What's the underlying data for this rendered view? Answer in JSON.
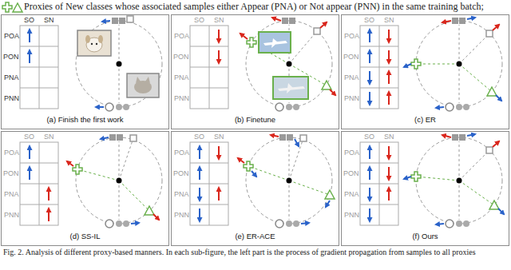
{
  "diagram": {
    "caption": "Fig. 2. Analysis of different proxy-based manners. In each sub-figure, the left part is the process of gradient propagation from samples to all proxies",
    "nodes": [
      {
        "text": [
          "(a) Finish the first work"
        ]
      },
      {
        "text": [
          "(b) Finetune"
        ]
      },
      {
        "text": [
          "(c) ER"
        ]
      },
      {
        "text": [
          "(d) SS-IL"
        ]
      },
      {
        "text": [
          "(e) ER-ACE"
        ]
      },
      {
        "text": [
          "(f) Ours"
        ]
      }
    ],
    "labels": [
      "Proxies of New classes whose associated samples either Appear (PNA) or Not appear (PNN) in the same training batch;",
      "SO",
      "SN",
      "POA",
      "PON",
      "PNA",
      "PNN",
      "SO",
      "SN",
      "POA",
      "PON",
      "PNA",
      "PNN",
      "SO",
      "SN",
      "POA",
      "PON",
      "PNA",
      "PNN",
      "SO",
      "SN",
      "POA",
      "PON",
      "PNA",
      "PNN",
      "SO",
      "SN",
      "POA",
      "PON",
      "PNA",
      "PNN",
      "SO",
      "SN",
      "POA",
      "PON",
      "PNA",
      "PNN"
    ]
  }
}
